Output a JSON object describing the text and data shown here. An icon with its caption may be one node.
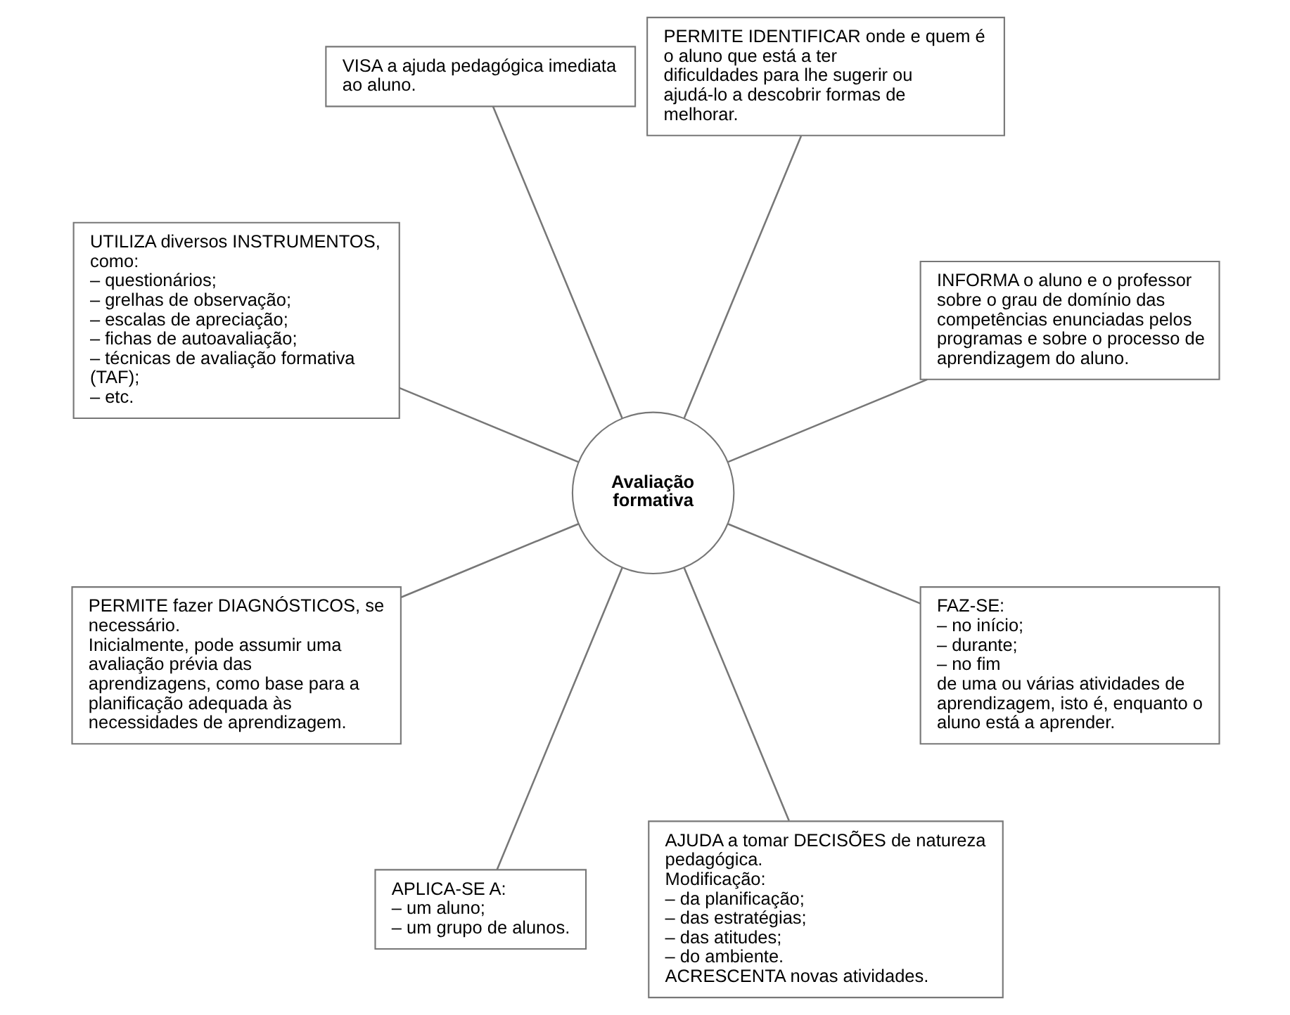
{
  "diagram": {
    "nodes": [
      {
        "text": [
          "INFORMA o aluno e o professor sobre o grau de domínio das competências enunciadas pelos programas e sobre o processo de aprendizagem do aluno."
        ]
      },
      {
        "text": [
          "PERMITE IDENTIFICAR onde e quem é o aluno que está a ter dificuldades para lhe sugerir ou ajudá-lo a descobrir formas de melhorar."
        ]
      },
      {
        "text": [
          "VISA a ajuda pedagógica imediata ao aluno."
        ]
      },
      {
        "text": [
          "UTILIZA diversos INSTRUMENTOS, como:",
          "– questionários;",
          "– grelhas de observação;",
          "– escalas de apreciação;",
          "– fichas de autoavaliação;",
          "– técnicas de avaliação formativa (TAF);",
          "– etc."
        ]
      },
      {
        "text": [
          "Avaliação formativa"
        ]
      },
      {
        "text": [
          "PERMITE fazer DIAGNÓSTICOS, se necessário.",
          "Inicialmente, pode assumir uma avaliação prévia das aprendizagens, como base para a planificação adequada às necessidades de aprendizagem."
        ]
      },
      {
        "text": [
          "APLICA-SE A:",
          "– um aluno;",
          "– um grupo de alunos."
        ]
      },
      {
        "text": [
          "AJUDA a tomar DECISÕES de natureza pedagógica.",
          "Modificação:",
          "– da planificação;",
          "– das estratégias;",
          "– das atitudes;",
          "– do ambiente.",
          "ACRESCENTA novas atividades."
        ]
      },
      {
        "text": [
          "FAZ-SE:",
          "– no início;",
          "– durante;",
          "– no fim",
          "de uma ou várias atividades de aprendizagem, isto é, enquanto o aluno está a aprender."
        ]
      }
    ],
    "edges": [
      {
        "from": 4,
        "to": 0,
        "arrow": "none"
      },
      {
        "from": 4,
        "to": 1,
        "arrow": "none"
      },
      {
        "from": 4,
        "to": 5,
        "arrow": "none"
      },
      {
        "from": 4,
        "to": 7,
        "arrow": "none"
      },
      {
        "from": 4,
        "to": 8,
        "arrow": "none"
      },
      {
        "from": 4,
        "to": 6,
        "arrow": "none"
      },
      {
        "from": 4,
        "to": 3,
        "arrow": "none"
      },
      {
        "from": 4,
        "to": 2,
        "arrow": "none"
      }
    ]
  }
}
